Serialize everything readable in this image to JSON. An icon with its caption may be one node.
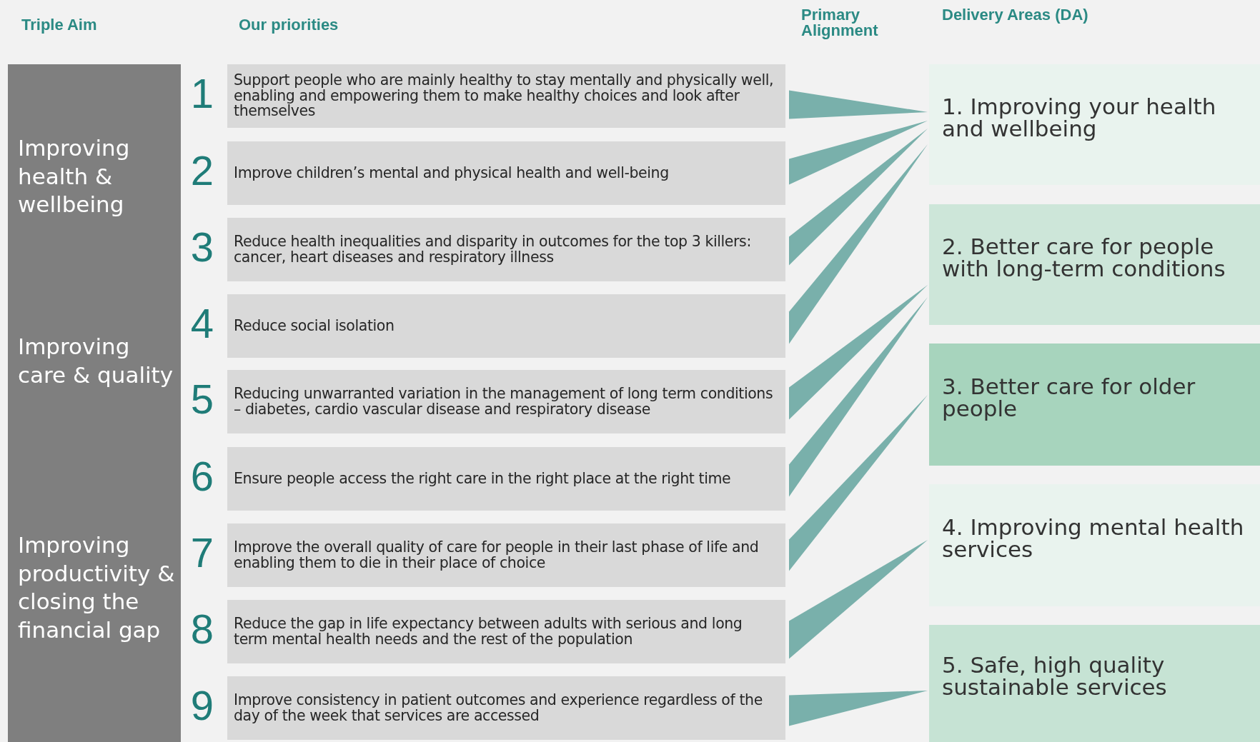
{
  "diagram": {
    "nodes": [
      {
        "text": [
          "Improving health & wellbeing",
          "Improving care & quality",
          "Improving productivity & closing the financial gap"
        ]
      },
      {
        "text": [
          "Support people who are mainly  healthy to stay mentally and physically well, enabling and empowering them to make healthy choices and look after themselves"
        ],
        "beside": [
          "1"
        ]
      },
      {
        "text": [
          "Improve children’s mental and physical health and well-being"
        ],
        "beside": [
          "2"
        ]
      },
      {
        "text": [
          "Reduce health inequalities and disparity in outcomes for the top 3 killers: cancer, heart diseases and respiratory illness"
        ],
        "beside": [
          "3"
        ]
      },
      {
        "text": [
          "Reduce social isolation"
        ],
        "beside": [
          "4"
        ]
      },
      {
        "text": [
          "Reducing unwarranted variation in the management of long term conditions – diabetes, cardio vascular disease and respiratory disease"
        ],
        "beside": [
          "5"
        ]
      },
      {
        "text": [
          "Ensure people access the right care in the right place at the right time"
        ],
        "beside": [
          "6"
        ]
      },
      {
        "text": [
          "Improve the overall quality of care for people in their last phase of life  and enabling them  to  die in their place of choice"
        ],
        "beside": [
          "7"
        ]
      },
      {
        "text": [
          "Reduce the gap in life expectancy between adults with serious and long term mental health needs and the rest of the population"
        ],
        "beside": [
          "8"
        ]
      },
      {
        "text": [
          "Improve consistency in patient outcomes and experience regardless of the day of the week that services are accessed"
        ],
        "beside": [
          "9"
        ]
      },
      {
        "text": [
          "1. Improving your health and wellbeing"
        ]
      },
      {
        "text": [
          "2. Better care for people with long-term conditions"
        ]
      },
      {
        "text": [
          "3. Better care for older people"
        ]
      },
      {
        "text": [
          "4. Improving mental health services"
        ]
      },
      {
        "text": [
          "5. Safe, high quality sustainable services"
        ]
      }
    ],
    "edges": [
      {
        "from": 1,
        "to": 10,
        "arrow": "none"
      },
      {
        "from": 2,
        "to": 10,
        "arrow": "none"
      },
      {
        "from": 3,
        "to": 10,
        "arrow": "none"
      },
      {
        "from": 4,
        "to": 10,
        "arrow": "none"
      },
      {
        "from": 5,
        "to": 11,
        "arrow": "none"
      },
      {
        "from": 6,
        "to": 11,
        "arrow": "none"
      },
      {
        "from": 7,
        "to": 12,
        "arrow": "none"
      },
      {
        "from": 8,
        "to": 13,
        "arrow": "none"
      },
      {
        "from": 9,
        "to": 14,
        "arrow": "none"
      }
    ],
    "labels": [
      "Triple Aim",
      "Our priorities",
      "Primary Alignment",
      "Delivery Areas (DA)"
    ]
  }
}
